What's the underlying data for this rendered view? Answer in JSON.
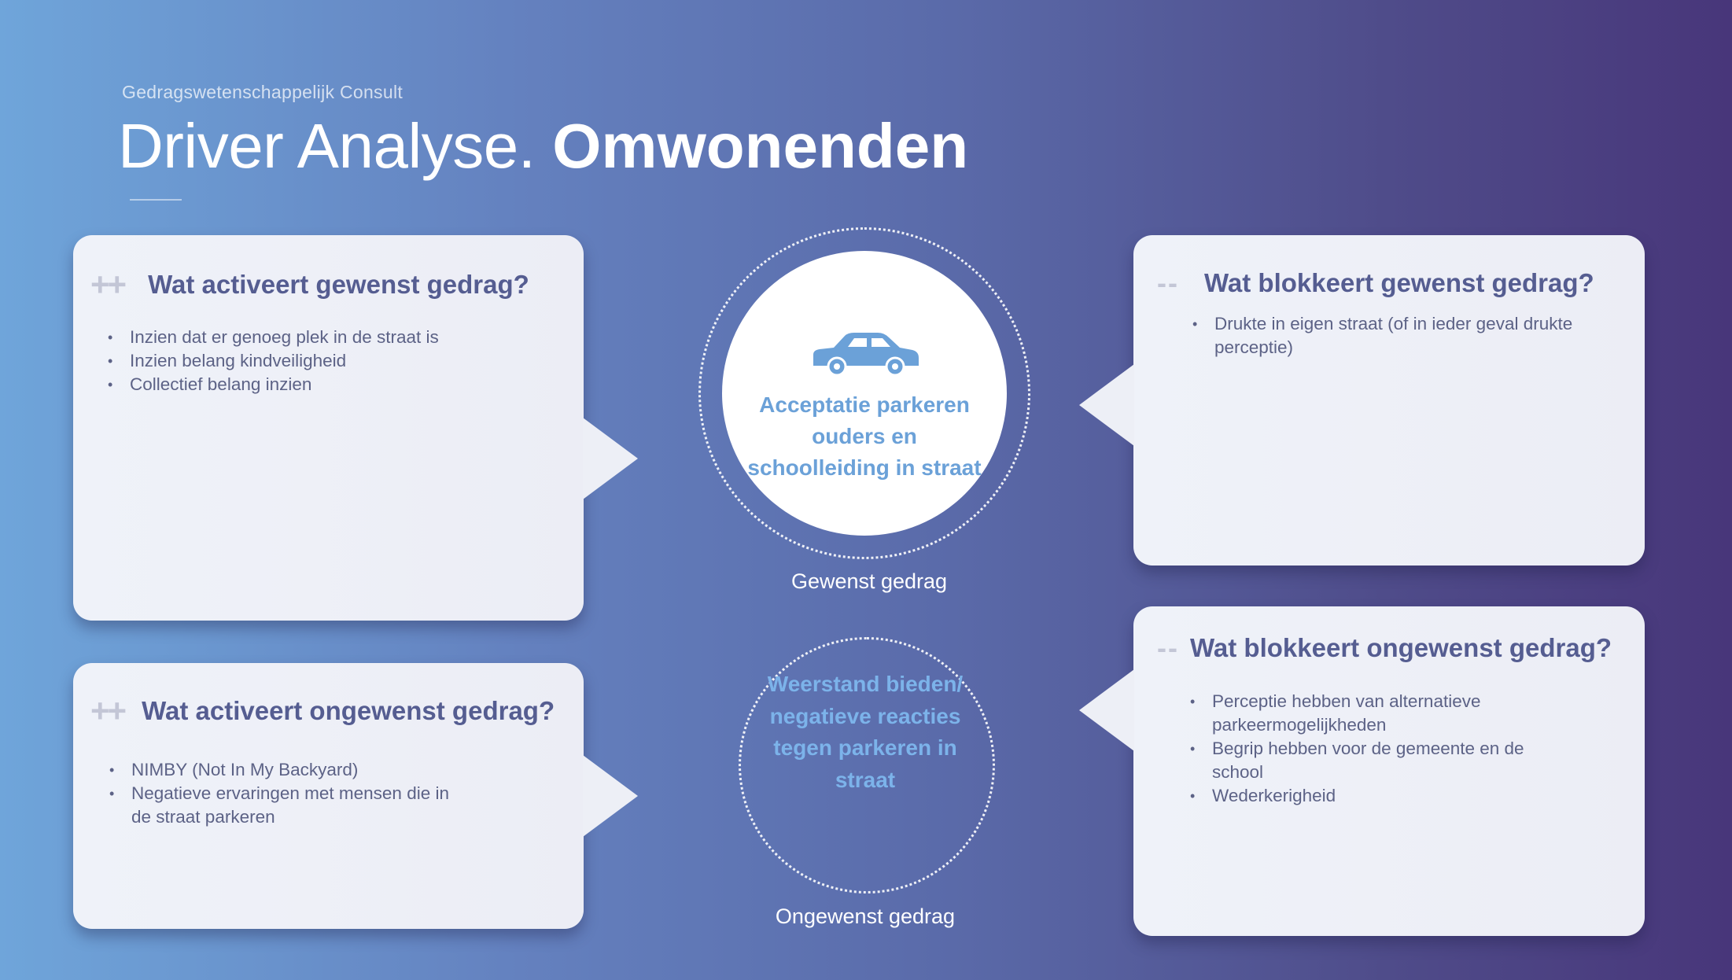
{
  "header": {
    "subtitle": "Gedragswetenschappelijk Consult",
    "title_light": "Driver Analyse.",
    "title_bold": "Omwonenden"
  },
  "cards": {
    "activates_desired": {
      "symbol": "++",
      "title": "Wat activeert gewenst gedrag?",
      "items": [
        "Inzien dat er genoeg plek in de straat is",
        "Inzien belang kindveiligheid",
        "Collectief belang inzien"
      ]
    },
    "activates_undesired": {
      "symbol": "++",
      "title": "Wat activeert ongewenst gedrag?",
      "items": [
        "NIMBY (Not In My Backyard)",
        "Negatieve ervaringen met mensen die in de straat parkeren"
      ]
    },
    "blocks_desired": {
      "symbol": "--",
      "title": "Wat blokkeert gewenst gedrag?",
      "items": [
        "Drukte in eigen straat (of in ieder geval drukte perceptie)"
      ]
    },
    "blocks_undesired": {
      "symbol": "--",
      "title": "Wat blokkeert ongewenst gedrag?",
      "items": [
        "Perceptie hebben van alternatieve parkeermogelijkheden",
        "Begrip hebben voor de gemeente en de school",
        "Wederkerigheid"
      ]
    }
  },
  "center": {
    "desired_icon": "car-icon",
    "desired_text": "Acceptatie parkeren ouders en schoolleiding in straat",
    "desired_caption": "Gewenst gedrag",
    "undesired_text": "Weerstand bieden/ negatieve reacties tegen parkeren in straat",
    "undesired_caption": "Ongewenst gedrag"
  },
  "colors": {
    "accent_blue": "#6ba1d8",
    "card_title": "#555d91",
    "card_bg": "#eef0f7"
  }
}
